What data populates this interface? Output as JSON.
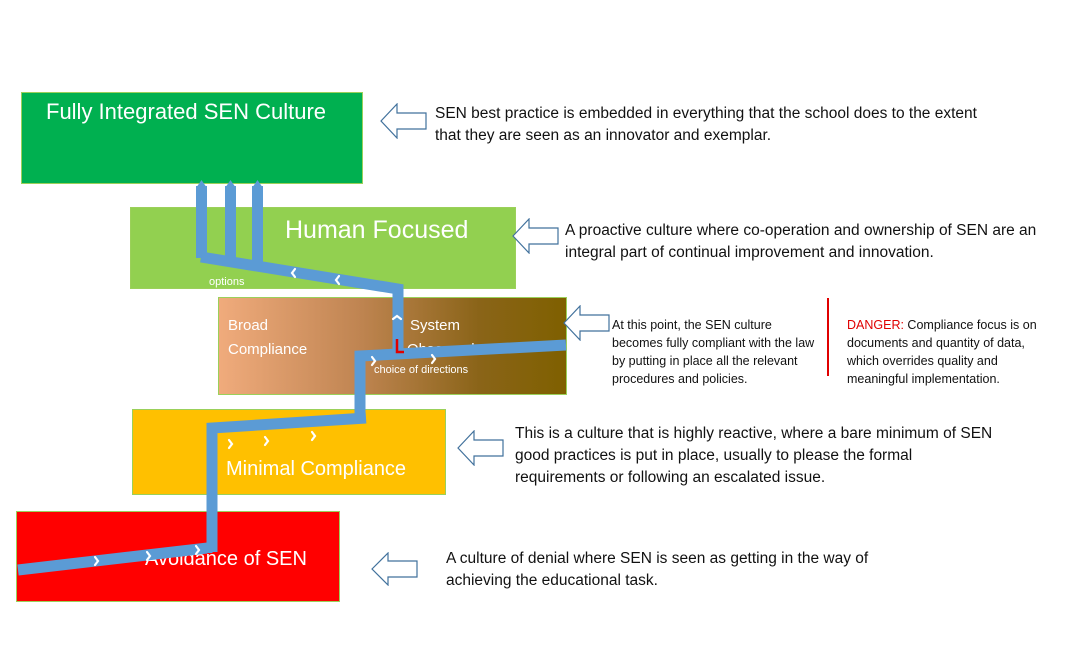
{
  "levels": [
    {
      "id": "fully",
      "title": "Fully Integrated SEN Culture",
      "color": "#00b050",
      "description": "SEN best practice is embedded in everything that the school does to the extent that they are seen as an innovator and exemplar."
    },
    {
      "id": "human",
      "title": "Human Focused",
      "color": "#92d050",
      "description": "A proactive culture where co-operation and ownership of SEN are an integral part of continual improvement and innovation."
    },
    {
      "id": "compliance",
      "title_left_line1": "Broad",
      "title_left_line2": "Compliance",
      "title_right_line1": "System",
      "title_right_line2": "Obsessed",
      "gradient": [
        "#f0ab7c",
        "#7f6000"
      ],
      "description": "At this point, the SEN culture becomes fully compliant with the law by putting in place all the relevant procedures and policies.",
      "danger_label": "DANGER:",
      "danger_text": " Compliance focus is on documents and quantity of data, which overrides quality and meaningful implementation."
    },
    {
      "id": "minimal",
      "title": "Minimal Compliance",
      "color": "#ffc000",
      "description": "This is a culture that is highly reactive, where a bare minimum of SEN good practices is put in place, usually to please the formal requirements or following an escalated issue."
    },
    {
      "id": "avoid",
      "title": "Avoidance of SEN",
      "color": "#ff0000",
      "description": "A culture of denial where SEN is seen as getting in the way of achieving the educational task."
    }
  ],
  "path_labels": {
    "options": "options",
    "choice": "choice of directions"
  },
  "colors": {
    "path": "#5b9bd5",
    "arrow_outline": "#41719c",
    "danger": "#e00000"
  },
  "icons": {
    "callout_arrow": "left-block-arrow",
    "direction_marker": "chevron",
    "turn_marker": "red-corner-arrow"
  }
}
